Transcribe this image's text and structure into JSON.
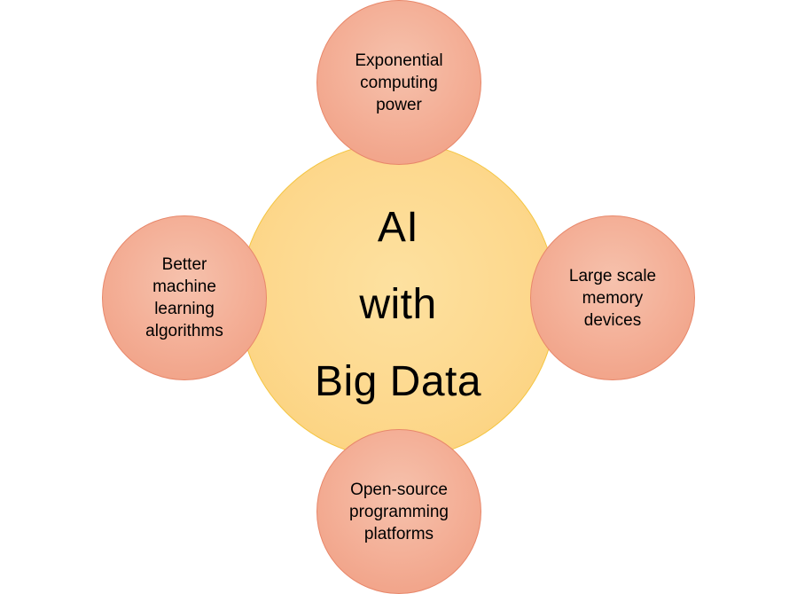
{
  "center": {
    "lines": [
      "AI",
      "with",
      "Big Data"
    ],
    "fill_color": "#fdd88d",
    "border_color": "#f4c542"
  },
  "nodes": {
    "top": {
      "lines": [
        "Exponential",
        "computing",
        "power"
      ]
    },
    "right": {
      "lines": [
        "Large scale",
        "memory",
        "devices"
      ]
    },
    "bottom": {
      "lines": [
        "Open-source",
        "programming",
        "platforms"
      ]
    },
    "left": {
      "lines": [
        "Better",
        "machine",
        "learning",
        "algorithms"
      ]
    }
  },
  "colors": {
    "node_fill": "#f3ab92",
    "node_border": "#e8876a"
  }
}
